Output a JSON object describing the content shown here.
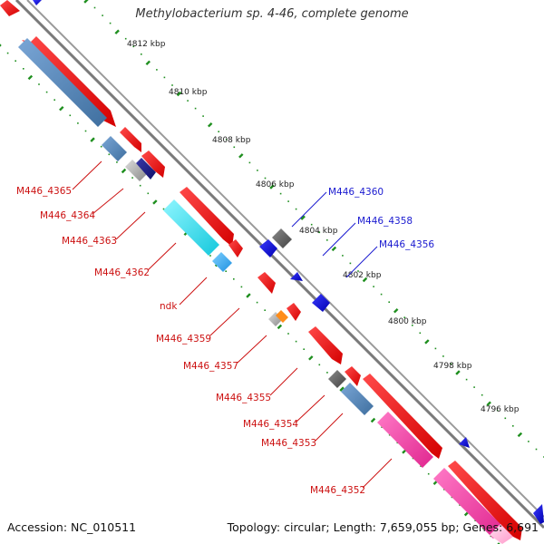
{
  "title": "Methylobacterium sp. 4-46, complete genome",
  "footer": {
    "accession": "Accession: NC_010511",
    "summary": "Topology: circular; Length: 7,659,055 bp; Genes: 6,691"
  },
  "colors": {
    "backbone": "#8c8c8c",
    "tick": "#1f8f1f",
    "plus_label": "#1a1ad0",
    "minus_label": "#cc1111"
  },
  "ticks": [
    {
      "label": "4812 kbp"
    },
    {
      "label": "4810 kbp"
    },
    {
      "label": "4808 kbp"
    },
    {
      "label": "4806 kbp"
    },
    {
      "label": "4804 kbp"
    },
    {
      "label": "4802 kbp"
    },
    {
      "label": "4800 kbp"
    },
    {
      "label": "4798 kbp"
    },
    {
      "label": "4796 kbp"
    }
  ],
  "labels_minus": [
    "M446_4365",
    "M446_4364",
    "M446_4363",
    "M446_4362",
    "ndk",
    "M446_4359",
    "M446_4357",
    "M446_4355",
    "M446_4354",
    "M446_4353",
    "M446_4352"
  ],
  "labels_plus": [
    "M446_4360",
    "M446_4358",
    "M446_4356"
  ]
}
